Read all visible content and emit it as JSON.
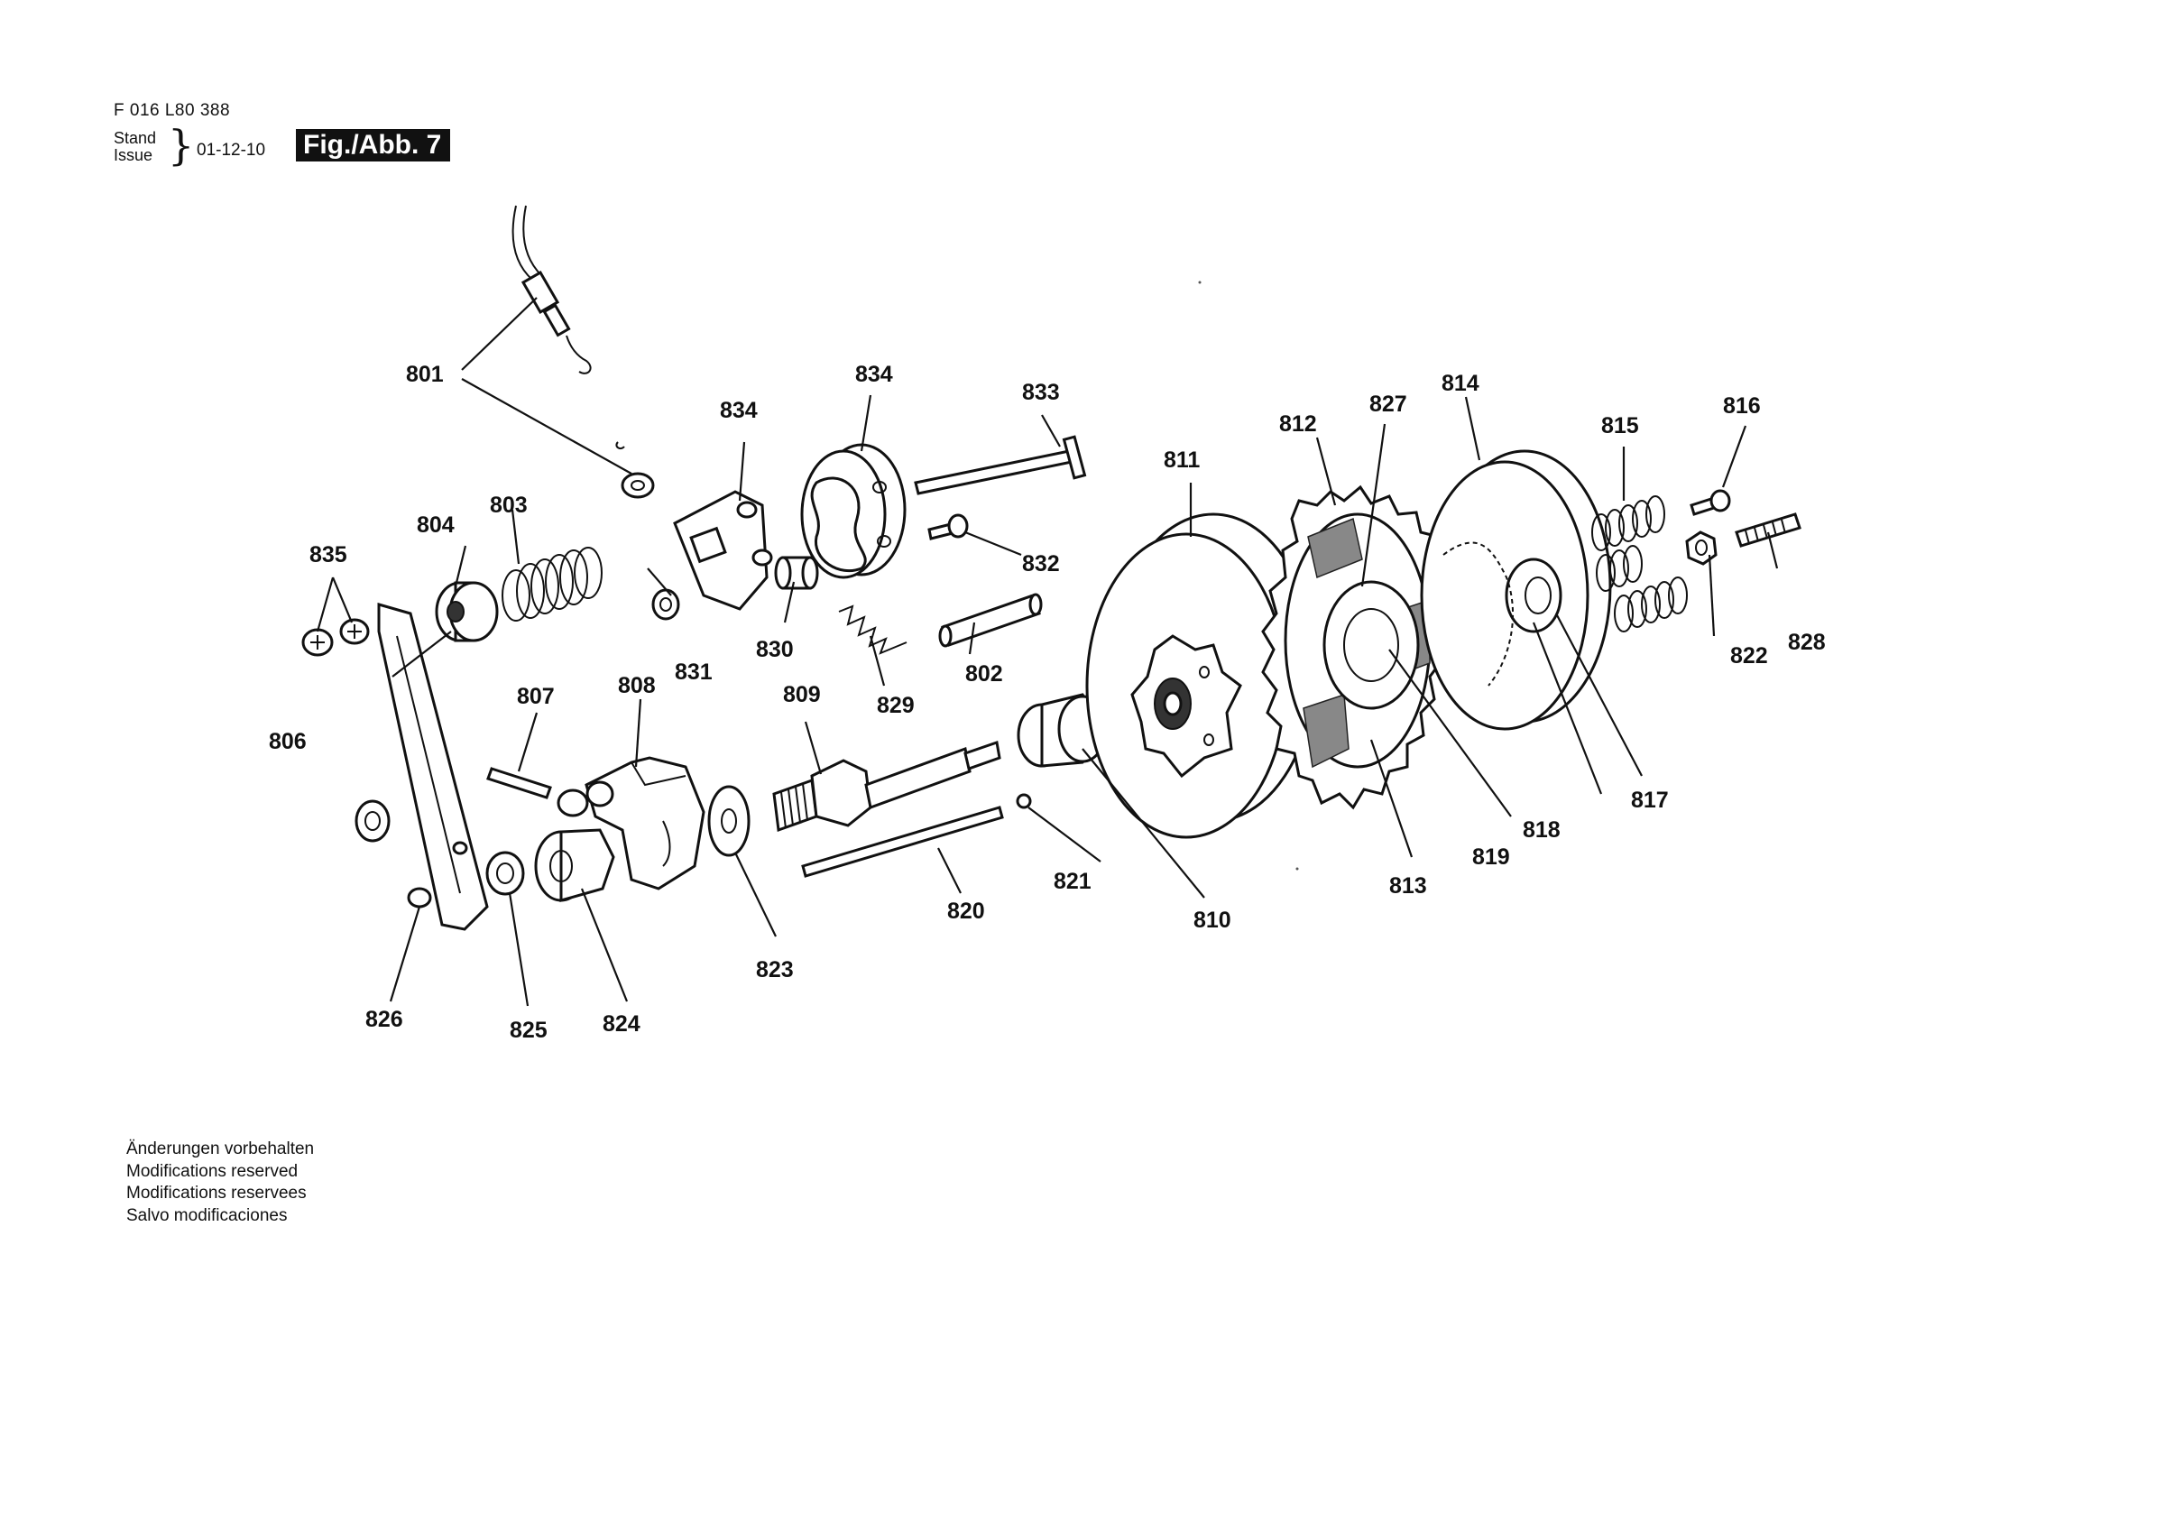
{
  "header": {
    "doc_number": "F 016 L80 388",
    "stand_label": "Stand",
    "issue_label": "Issue",
    "issue_date": "01-12-10",
    "fig_label": "Fig./Abb. 7"
  },
  "callouts": [
    "801",
    "802",
    "803",
    "804",
    "806",
    "807",
    "808",
    "809",
    "810",
    "811",
    "812",
    "813",
    "814",
    "815",
    "816",
    "817",
    "818",
    "819",
    "820",
    "821",
    "822",
    "823",
    "824",
    "825",
    "826",
    "827",
    "828",
    "829",
    "830",
    "831",
    "832",
    "833",
    "834",
    "834",
    "835"
  ],
  "footer": {
    "lines": [
      "Änderungen vorbehalten",
      "Modifications reserved",
      "Modifications reservees",
      "Salvo modificaciones"
    ]
  }
}
